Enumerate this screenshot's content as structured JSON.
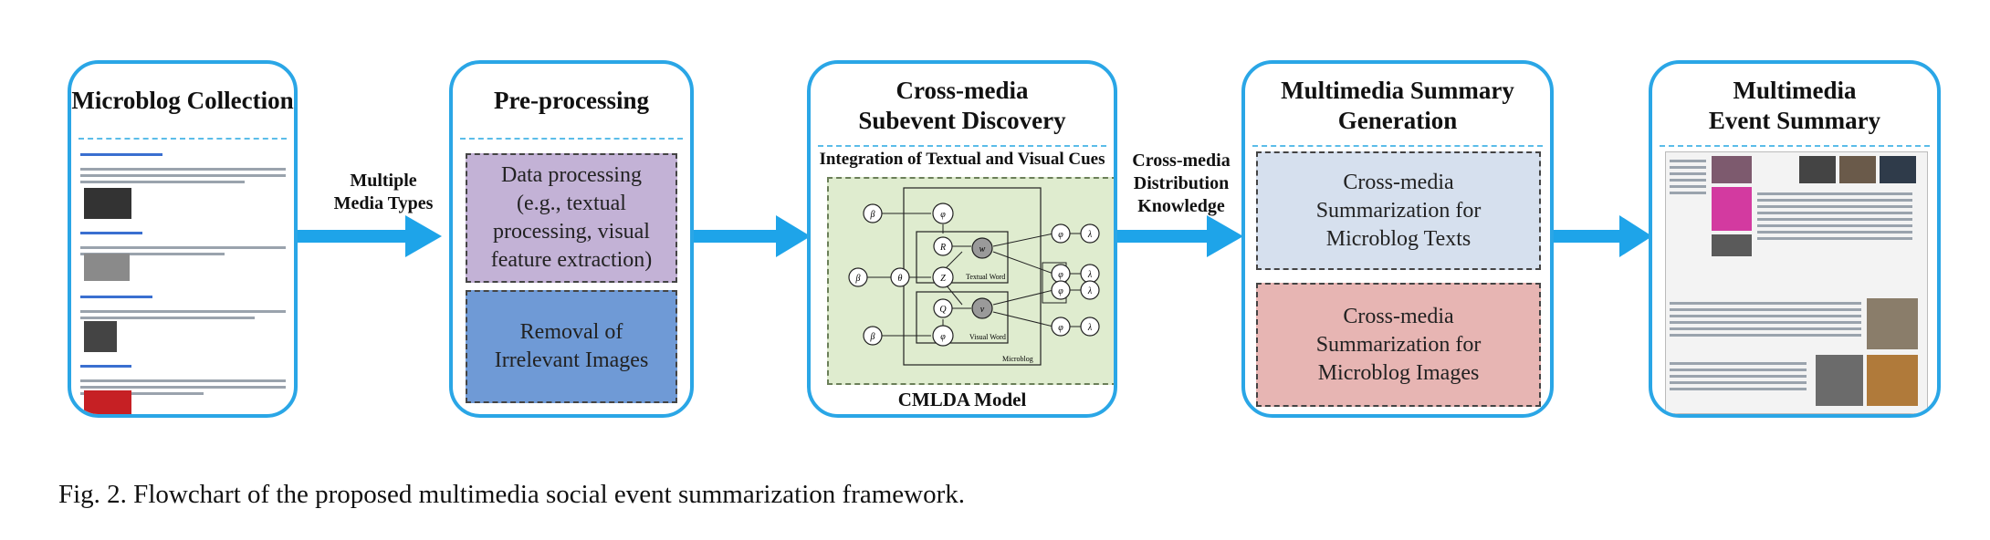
{
  "panels": {
    "collection": {
      "title": "Microblog Collection"
    },
    "preprocessing": {
      "title": "Pre-processing",
      "box1": "Data processing (e.g., textual processing, visual feature extraction)",
      "box2": "Removal of Irrelevant Images"
    },
    "discovery": {
      "title_line1": "Cross-media",
      "title_line2": "Subevent Discovery",
      "subtitle": "Integration of Textual and Visual Cues",
      "model_label": "CMLDA Model",
      "plate_textual": "Textual Word",
      "plate_visual": "Visual Word",
      "plate_microblog": "Microblog"
    },
    "generation": {
      "title_line1": "Multimedia Summary",
      "title_line2": "Generation",
      "box1": "Cross-media Summarization for Microblog Texts",
      "box2": "Cross-media Summarization for Microblog Images"
    },
    "summary": {
      "title_line1": "Multimedia",
      "title_line2": "Event Summary"
    }
  },
  "arrows": {
    "a1_label": "Multiple Media Types",
    "a3_label": "Cross-media Distribution Knowledge"
  },
  "caption": "Fig. 2.  Flowchart of the proposed multimedia social event summarization framework.",
  "colors": {
    "panel_border": "#2aa6e6",
    "arrow": "#1ea4e9",
    "box_purple": "#c3b2d6",
    "box_blue": "#6f9ad6",
    "box_lightblue": "#d6e0ee",
    "box_pink": "#e7b5b3",
    "model_bg": "#dfeccf"
  }
}
